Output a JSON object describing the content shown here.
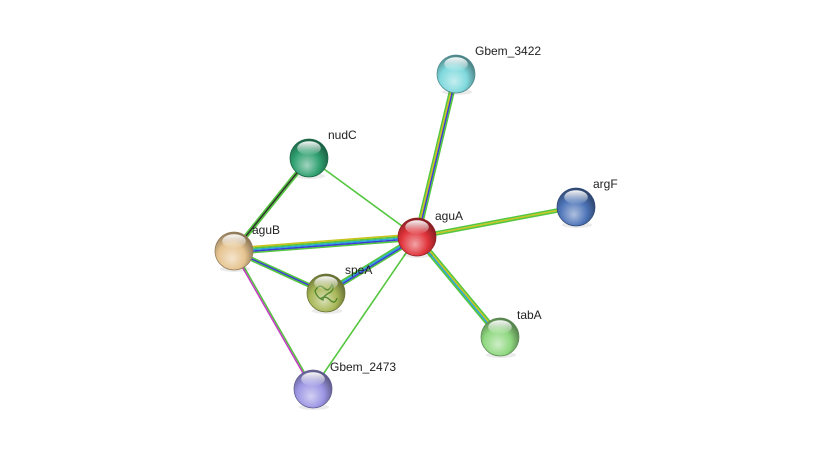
{
  "nodes": [
    {
      "id": "aguA",
      "label": "aguA",
      "color": "#e0333a"
    },
    {
      "id": "Gbem_3422",
      "label": "Gbem_3422",
      "color": "#7fd9dd"
    },
    {
      "id": "argF",
      "label": "argF",
      "color": "#4d74b8"
    },
    {
      "id": "tabA",
      "label": "tabA",
      "color": "#8fd880"
    },
    {
      "id": "nudC",
      "label": "nudC",
      "color": "#2fa070"
    },
    {
      "id": "aguB",
      "label": "aguB",
      "color": "#e6c490"
    },
    {
      "id": "speA",
      "label": "speA",
      "color": "#a8b858"
    },
    {
      "id": "Gbem_2473",
      "label": "Gbem_2473",
      "color": "#9c96e4"
    }
  ],
  "edges": [
    {
      "source": "aguA",
      "target": "Gbem_3422",
      "colors": [
        "#54c63f",
        "#c9c41f",
        "#3b3bd6",
        "#54c63f"
      ]
    },
    {
      "source": "aguA",
      "target": "argF",
      "colors": [
        "#54c63f",
        "#c9c41f",
        "#54c63f"
      ]
    },
    {
      "source": "aguA",
      "target": "tabA",
      "colors": [
        "#54c63f",
        "#c9c41f",
        "#2aa6d8",
        "#54c63f"
      ]
    },
    {
      "source": "aguA",
      "target": "nudC",
      "colors": [
        "#54c63f"
      ]
    },
    {
      "source": "aguA",
      "target": "aguB",
      "colors": [
        "#54c63f",
        "#3b3bd6",
        "#2aa6d8",
        "#54c63f",
        "#c9c41f"
      ]
    },
    {
      "source": "aguA",
      "target": "speA",
      "colors": [
        "#54c63f",
        "#3b3bd6",
        "#2aa6d8",
        "#54c63f"
      ]
    },
    {
      "source": "aguA",
      "target": "Gbem_2473",
      "colors": [
        "#54c63f"
      ]
    },
    {
      "source": "aguB",
      "target": "nudC",
      "colors": [
        "#54c63f",
        "#2e2e2e",
        "#54c63f"
      ]
    },
    {
      "source": "aguB",
      "target": "speA",
      "colors": [
        "#54c63f",
        "#3b3bd6",
        "#54c63f"
      ]
    },
    {
      "source": "aguB",
      "target": "Gbem_2473",
      "colors": [
        "#54c63f",
        "#c63fc6"
      ]
    }
  ]
}
